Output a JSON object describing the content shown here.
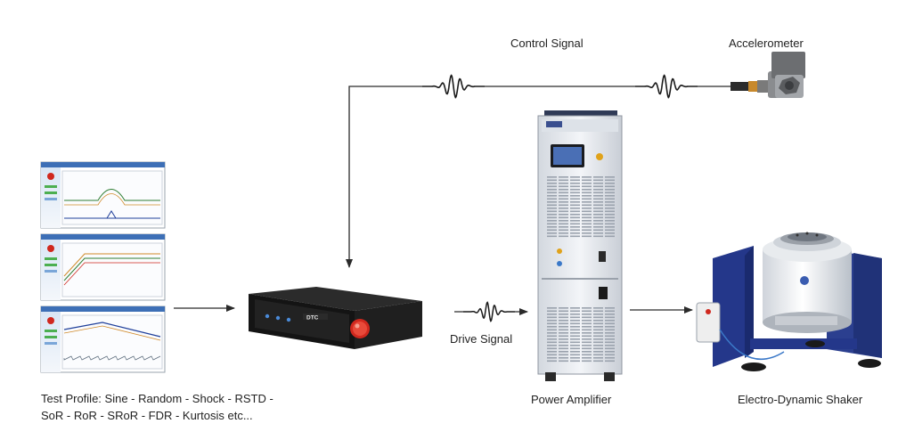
{
  "labels": {
    "control_signal": "Control Signal",
    "accelerometer": "Accelerometer",
    "drive_signal": "Drive Signal",
    "power_amplifier": "Power Amplifier",
    "shaker": "Electro-Dynamic Shaker",
    "test_profile_line1": "Test Profile: Sine - Random - Shock - RSTD -",
    "test_profile_line2": "SoR - RoR - SRoR - FDR - Kurtosis etc..."
  },
  "controller_brand": "DTC",
  "colors": {
    "wire": "#2a2a2a",
    "amplifier_body": "#e6e9ee",
    "shaker_frame": "#2b3f8f",
    "controller_body": "#1b1b1b",
    "controller_button": "#d0281e"
  },
  "icons": [
    "control-signal-waveform",
    "accelerometer-sensor",
    "drive-signal-waveform",
    "test-profile-screenshots",
    "vibration-controller",
    "power-amplifier-cabinet",
    "electro-dynamic-shaker"
  ]
}
